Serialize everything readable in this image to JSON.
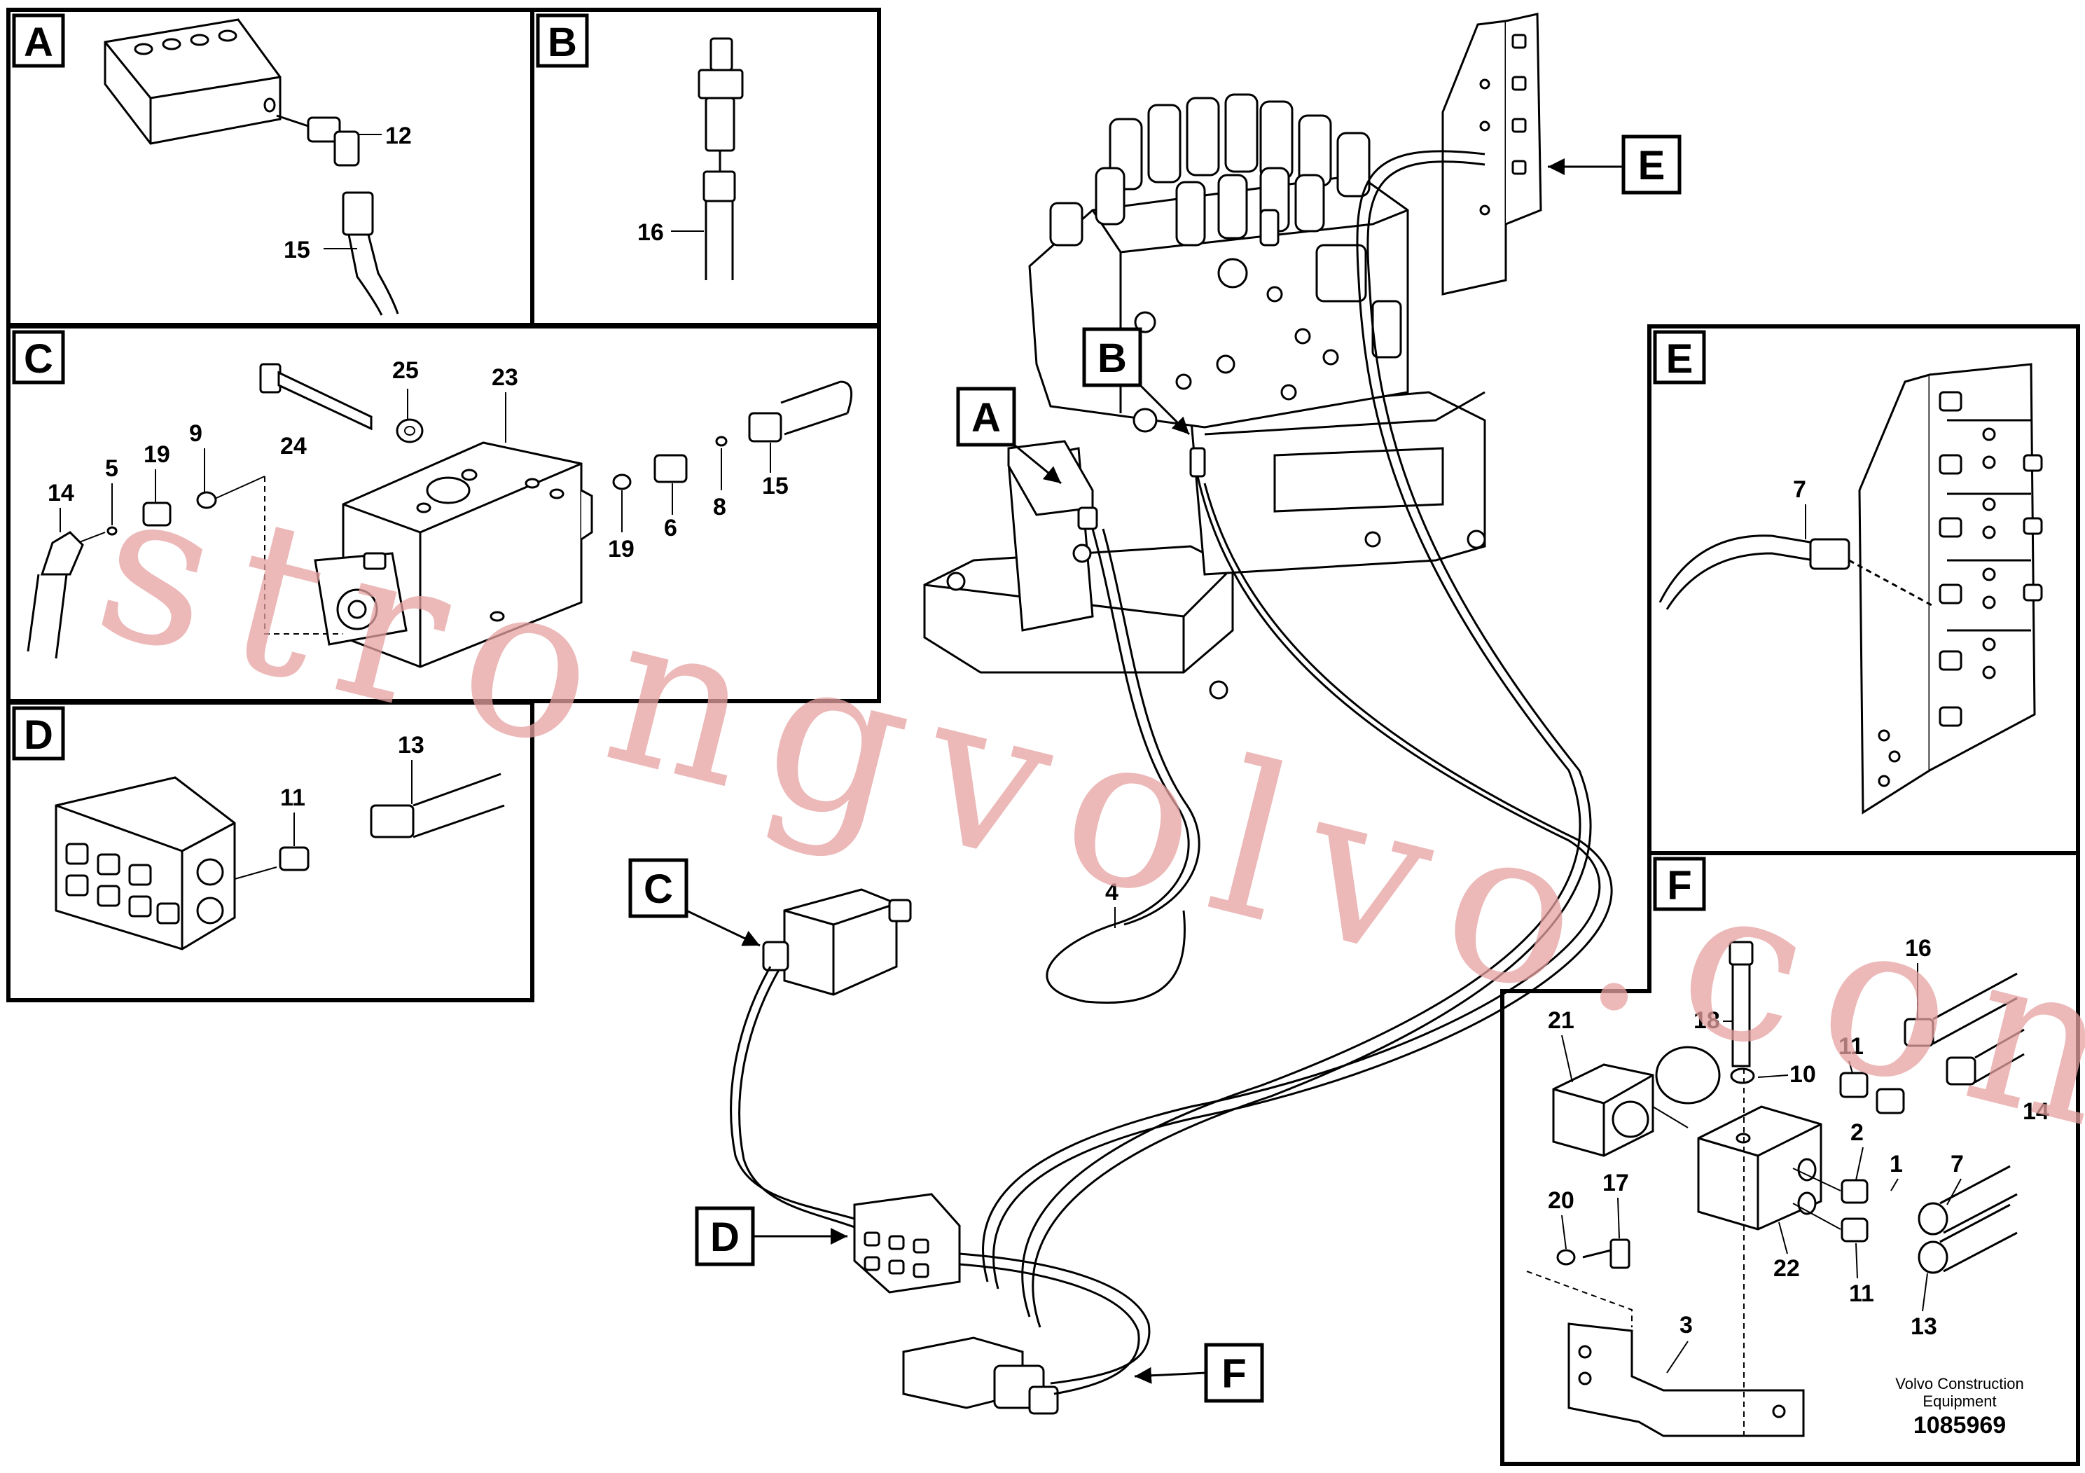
{
  "panels": {
    "A": {
      "letter": "A",
      "labels": [
        "12",
        "15"
      ]
    },
    "B": {
      "letter": "B",
      "labels": [
        "16"
      ]
    },
    "C": {
      "letter": "C",
      "labels": [
        "23",
        "25",
        "24",
        "19",
        "5",
        "9",
        "14",
        "19",
        "6",
        "8",
        "15"
      ]
    },
    "D": {
      "letter": "D",
      "labels": [
        "13",
        "11"
      ]
    },
    "E": {
      "letter": "E",
      "labels": [
        "7"
      ]
    },
    "F": {
      "letter": "F",
      "labels": [
        "16",
        "21",
        "18",
        "11",
        "10",
        "14",
        "2",
        "1",
        "7",
        "20",
        "17",
        "22",
        "11",
        "13",
        "3"
      ]
    }
  },
  "main": {
    "callouts": [
      "A",
      "B",
      "C",
      "D",
      "E",
      "F"
    ],
    "labels": [
      "4"
    ]
  },
  "watermark": "strongvolvo.com",
  "footer": {
    "credit_line1": "Volvo Construction",
    "credit_line2": "Equipment",
    "doc_number": "1085969"
  }
}
